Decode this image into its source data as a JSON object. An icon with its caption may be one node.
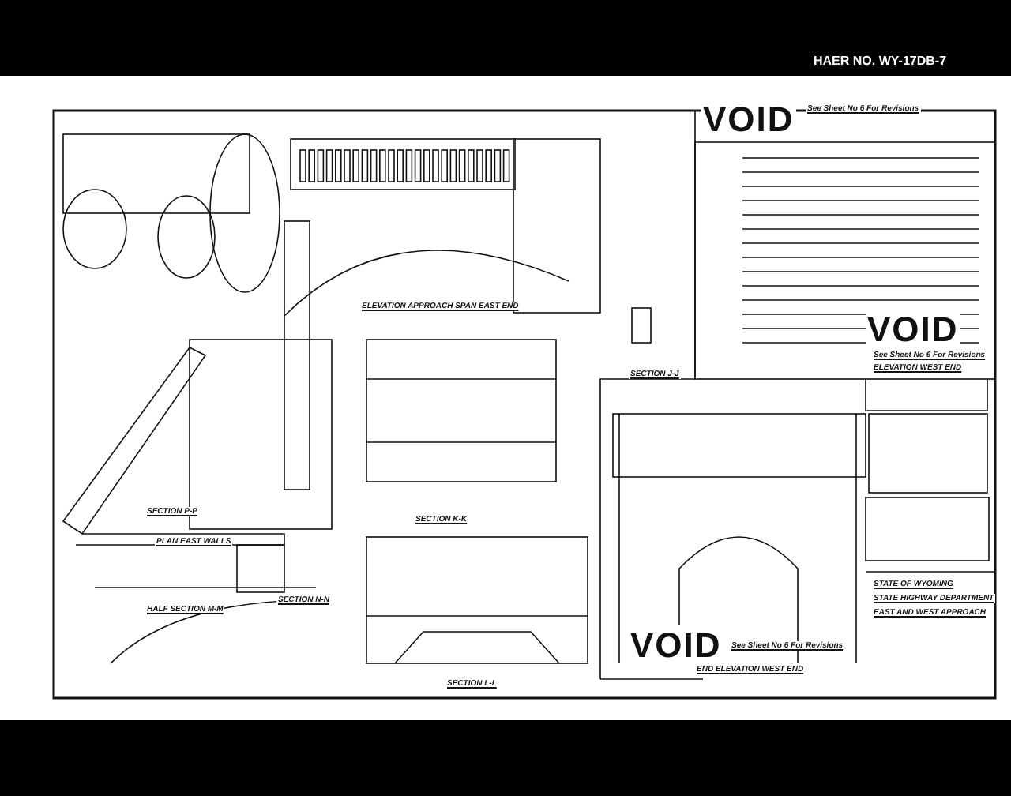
{
  "diagram": {
    "labels": [
      "HAER NO. WY-17DB-7",
      "ELEVATION APPROACH SPAN EAST END",
      "SECTION J-J",
      "SECTION K-K",
      "PLAN EAST WALLS",
      "SECTION P-P",
      "HALF SECTION M-M",
      "SECTION N-N",
      "SECTION L-L",
      "VOID",
      "See Sheet No 6 For Revisions",
      "VOID",
      "See Sheet No 6 For Revisions",
      "ELEVATION WEST END",
      "VOID",
      "See Sheet No 6 For Revisions",
      "END ELEVATION WEST END",
      "STATE OF WYOMING",
      "STATE HIGHWAY DEPARTMENT",
      "EAST AND WEST APPROACH"
    ]
  }
}
